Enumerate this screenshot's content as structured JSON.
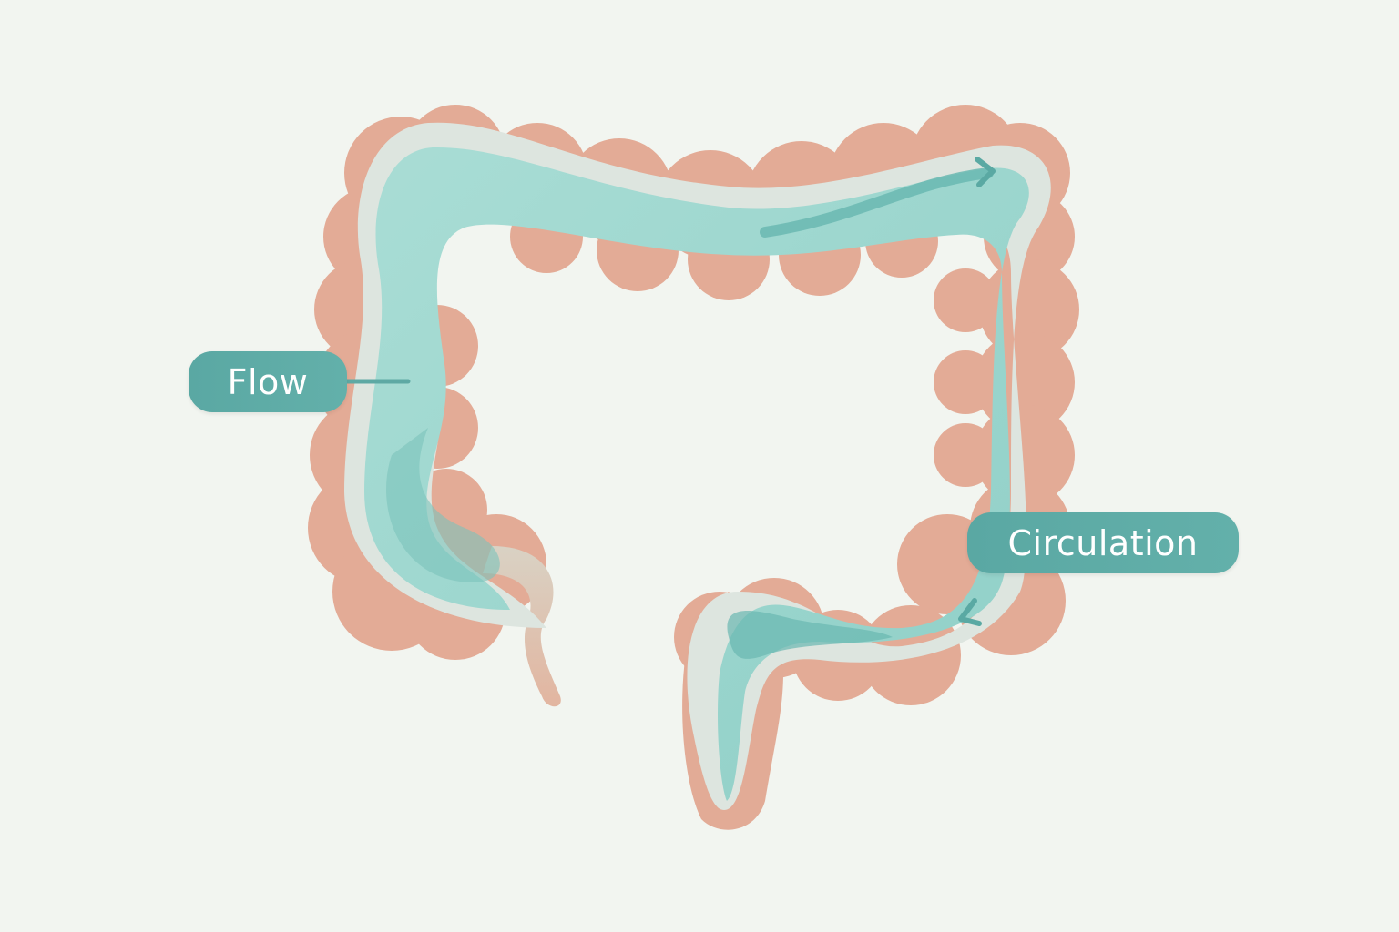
{
  "labels": {
    "flow": "Flow",
    "circulation": "Circulation"
  },
  "colors": {
    "background": "#f2f5f0",
    "colon_wall": "#e2a994",
    "colon_wall_shade": "#d4957f",
    "lining": "#dde6e1",
    "lumen": "#a6dbd3",
    "lumen_dark": "#72bfb8",
    "arrow": "#5fb0aa",
    "label_fill": "#5ea9a4",
    "label_text": "#ffffff"
  },
  "arrows": [
    {
      "name": "transverse-flow-arrow",
      "direction": "right"
    },
    {
      "name": "descending-flow-arrow",
      "direction": "down-left"
    }
  ]
}
